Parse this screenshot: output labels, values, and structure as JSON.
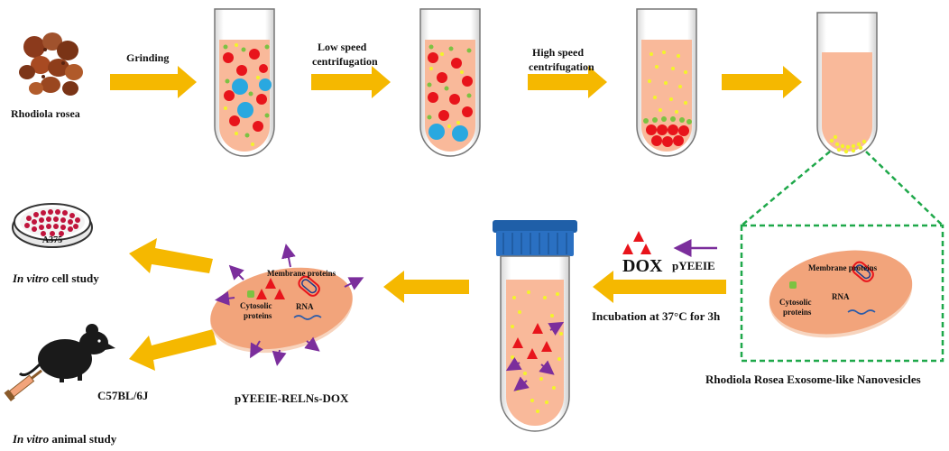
{
  "colors": {
    "arrow": "#F5B800",
    "liquid": "#F9B99A",
    "vesicle": "#F2A47B",
    "red_particle": "#E8141B",
    "blue_particle": "#29A8E0",
    "green_particle": "#7CC242",
    "yellow_particle": "#F3F42A",
    "purple_arrow": "#7B2E9C",
    "dashed_box": "#1FA84A",
    "cap": "#1F5FA8"
  },
  "labels": {
    "rhodiola": "Rhodiola rosea",
    "grinding": "Grinding",
    "low_speed_1": "Low speed",
    "low_speed_2": "centrifugation",
    "high_speed_1": "High speed",
    "high_speed_2": "centrifugation",
    "dox": "DOX",
    "pyeeie": "pYEEIE",
    "incubation": "Incubation at 37°C for 3h",
    "exosome_caption": "Rhodiola Rosea Exosome-like Nanovesicles",
    "relns_dox": "pYEEIE-RELNs-DOX",
    "in_vitro_1": "In vitro",
    "cell_study": " cell study",
    "c57": "C57BL/6J",
    "in_vitro_2": "In vitro",
    "animal_study": " animal study",
    "a375": "A375",
    "membrane_proteins": "Membrane proteins",
    "rna": "RNA",
    "cytosolic_1": "Cytosolic",
    "cytosolic_2": "proteins"
  },
  "icons": [
    "rhodiola-root-icon",
    "petri-dish-icon",
    "mouse-icon",
    "syringe-icon",
    "centrifuge-tube-icon",
    "vesicle-icon"
  ]
}
